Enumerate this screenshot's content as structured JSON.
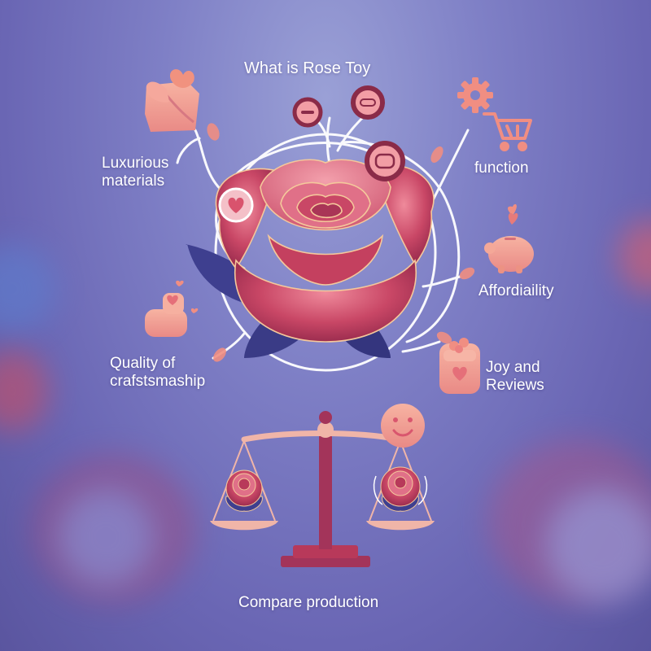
{
  "title": "What is Rose Toy",
  "labels": {
    "luxurious_line1": "Luxurious",
    "luxurious_line2": "materials",
    "function": "function",
    "affordability": "Affordiaility",
    "quality_line1": "Quality of",
    "quality_line2": "crafstsmaship",
    "joy_line1": "Joy and",
    "joy_line2": "Reviews",
    "compare": "Compare production"
  },
  "icons": [
    "fabric-heart-icon",
    "button-icon",
    "gear-icon",
    "cart-icon",
    "piggy-bank-icon",
    "hand-heart-icon",
    "gift-jar-icon",
    "smiley-icon",
    "heart-icon"
  ],
  "colors": {
    "background": "#7477bd",
    "rose_dark": "#b8395a",
    "rose_light": "#e47a8f",
    "leaf": "#3e3f8f",
    "icon_pink": "#f2a08f",
    "scale": "#a3345a",
    "line": "#ffffff"
  }
}
